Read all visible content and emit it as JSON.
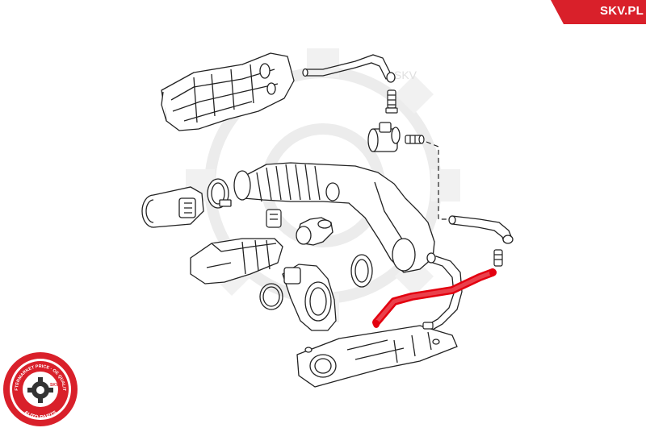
{
  "brand": {
    "site_label": "SKV.PL",
    "watermark_text": "SKV",
    "accent_color": "#d9202a",
    "highlight_color": "#e3000f"
  },
  "badge": {
    "top_arc_text": "AFTERMARKET PRICE · OE QUALITY",
    "bottom_arc_text": "AUTO PARTS",
    "center_text": "SKV"
  },
  "diagram": {
    "highlighted_part": "crankcase-breather-hose"
  }
}
